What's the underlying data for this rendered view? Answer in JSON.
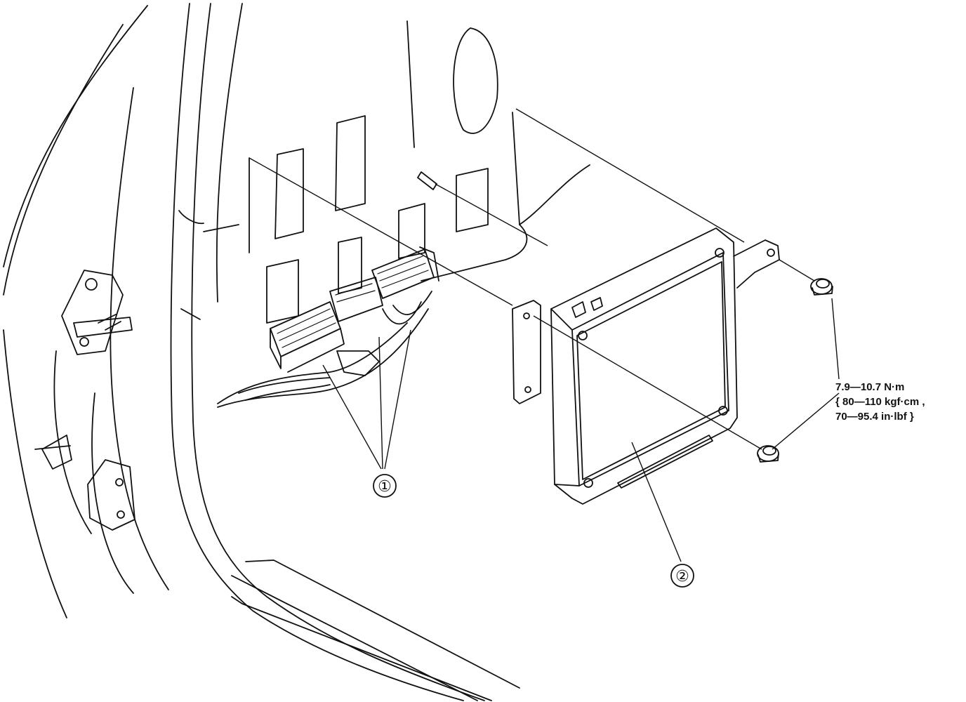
{
  "callouts": [
    {
      "id": "callout-1",
      "label": "①"
    },
    {
      "id": "callout-2",
      "label": "②"
    }
  ],
  "torque_spec": {
    "line1": "7.9—10.7 N·m",
    "line2": "{ 80—110 kgf·cm ,",
    "line3": "70—95.4 in·lbf }"
  }
}
